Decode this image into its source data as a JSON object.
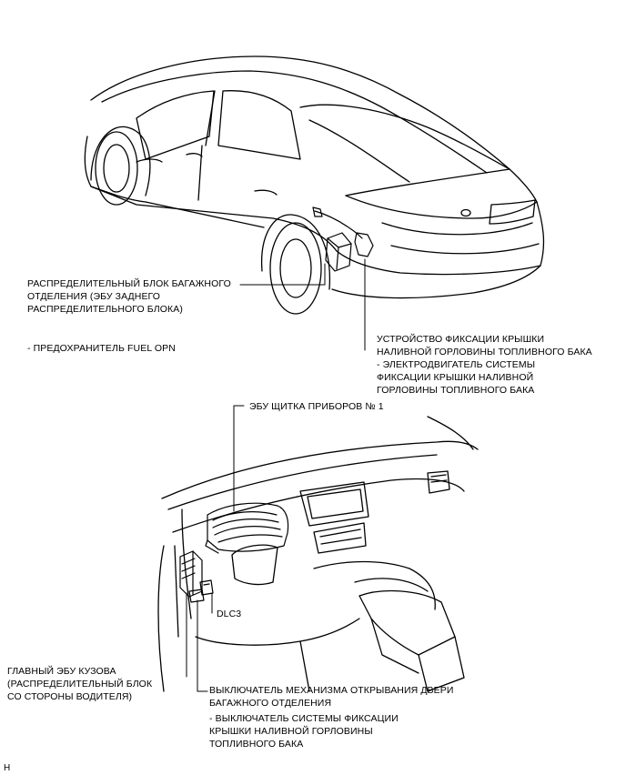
{
  "labels": {
    "trunk_block": {
      "lines": [
        "РАСПРЕДЕЛИТЕЛЬНЫЙ БЛОК БАГАЖНОГО",
        "ОТДЕЛЕНИЯ (ЭБУ ЗАДНЕГО",
        "РАСПРЕДЕЛИТЕЛЬНОГО БЛОКА)"
      ],
      "sub": "- ПРЕДОХРАНИТЕЛЬ FUEL OPN"
    },
    "fuel_lid_lock": {
      "lines": [
        "УСТРОЙСТВО ФИКСАЦИИ КРЫШКИ",
        "НАЛИВНОЙ ГОРЛОВИНЫ ТОПЛИВНОГО БАКА"
      ],
      "sub": [
        "- ЭЛЕКТРОДВИГАТЕЛЬ СИСТЕМЫ",
        "ФИКСАЦИИ КРЫШКИ НАЛИВНОЙ",
        "ГОРЛОВИНЫ ТОПЛИВНОГО БАКА"
      ]
    },
    "meter_ecu": "ЭБУ ЩИТКА ПРИБОРОВ № 1",
    "dlc3": "DLC3",
    "main_body_ecu": [
      "ГЛАВНЫЙ ЭБУ КУЗОВА",
      "(РАСПРЕДЕЛИТЕЛЬНЫЙ БЛОК",
      "СО СТОРОНЫ ВОДИТЕЛЯ)"
    ],
    "luggage_opener_switch": {
      "lines": [
        "ВЫКЛЮЧАТЕЛЬ МЕХАНИЗМА ОТКРЫВАНИЯ ДВЕРИ",
        "БАГАЖНОГО ОТДЕЛЕНИЯ"
      ],
      "sub": [
        "- ВЫКЛЮЧАТЕЛЬ СИСТЕМЫ ФИКСАЦИИ",
        "КРЫШКИ НАЛИВНОЙ ГОРЛОВИНЫ",
        "ТОПЛИВНОГО БАКА"
      ]
    },
    "corner_mark": "H"
  }
}
